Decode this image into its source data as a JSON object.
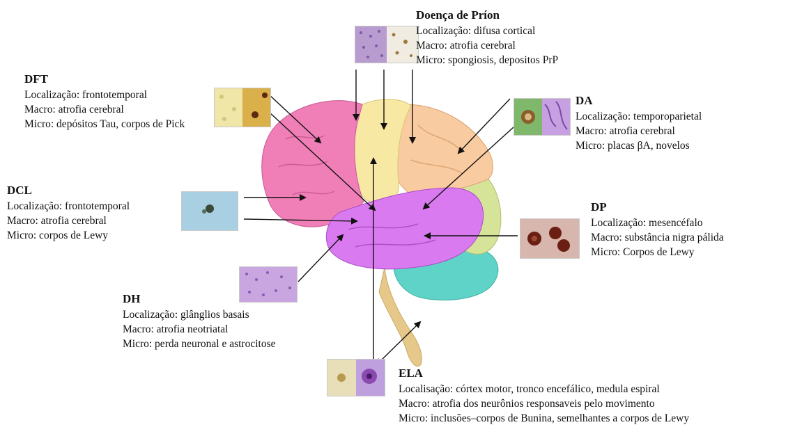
{
  "diseases": [
    {
      "id": "prion",
      "title": "Doença de Príon",
      "lines": [
        "Localização: difusa cortical",
        "Macro: atrofia cerebral",
        "Micro: spongiosis, depositos PrP"
      ]
    },
    {
      "id": "dft",
      "title": "DFT",
      "lines": [
        "Localização: frontotemporal",
        "Macro: atrofia cerebral",
        "Micro: depósitos Tau, corpos de Pick"
      ]
    },
    {
      "id": "da",
      "title": "DA",
      "lines": [
        "Localização: temporoparietal",
        "Macro: atrofia cerebral",
        "Micro: placas βA, novelos"
      ]
    },
    {
      "id": "dcl",
      "title": "DCL",
      "lines": [
        "Localização: frontotemporal",
        "Macro: atrofia cerebral",
        "Micro: corpos de Lewy"
      ]
    },
    {
      "id": "dp",
      "title": "DP",
      "lines": [
        "Localização: mesencéfalo",
        "Macro: substância nigra pálida",
        "Micro: Corpos de Lewy"
      ]
    },
    {
      "id": "dh",
      "title": "DH",
      "lines": [
        "Localização: glânglios basais",
        "Macro: atrofia neotriatal",
        "Micro: perda neuronal e astrocitose"
      ]
    },
    {
      "id": "ela",
      "title": "ELA",
      "lines": [
        "Localisação: córtex motor, tronco encefálico, medula espiral",
        "Macro: atrofia dos neurônios responsaveis pelo movimento",
        "Micro: inclusões–corpos de Bunina, semelhantes a corpos de Lewy"
      ]
    }
  ],
  "colors": {
    "frontal": "#f07fb8",
    "parietal_light": "#f7e8a4",
    "parietal": "#f9cba0",
    "parietal_orange": "#f4b27a",
    "occipital": "#d6e49a",
    "temporal": "#d97af0",
    "cerebellum": "#5fd3c8",
    "brainstem": "#e6c98a",
    "arrow": "#111111"
  }
}
